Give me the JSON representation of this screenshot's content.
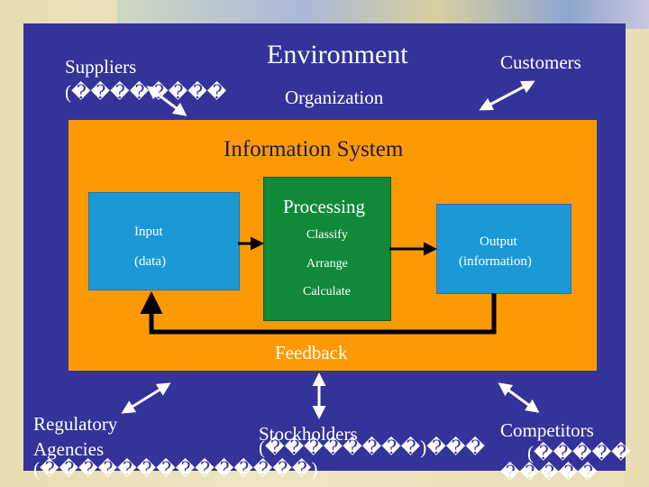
{
  "environment": "Environment",
  "organization": "Organization",
  "suppliers": {
    "title": "Suppliers",
    "subtitle": "(��������"
  },
  "customers": "Customers",
  "information_system": "Information System",
  "input": {
    "line1": "Input",
    "line2": "(data)"
  },
  "processing": {
    "title": "Processing",
    "steps": [
      "Classify",
      "Arrange",
      "Calculate"
    ]
  },
  "output": {
    "line1": "Output",
    "line2": "(information)"
  },
  "feedback": "Feedback",
  "regulatory": {
    "line1": "Regulatory",
    "line2": "Agencies",
    "line3": "(��������������)"
  },
  "stockholders": {
    "line1": "Stockholders",
    "line2": "(��������)���"
  },
  "competitors": {
    "line1": "Competitors",
    "line2": "(�����",
    "line3": "�����"
  },
  "colors": {
    "panel": "#33339a",
    "organization": "#fd9a03",
    "input_output": "#1b99d6",
    "processing": "#108a38"
  }
}
